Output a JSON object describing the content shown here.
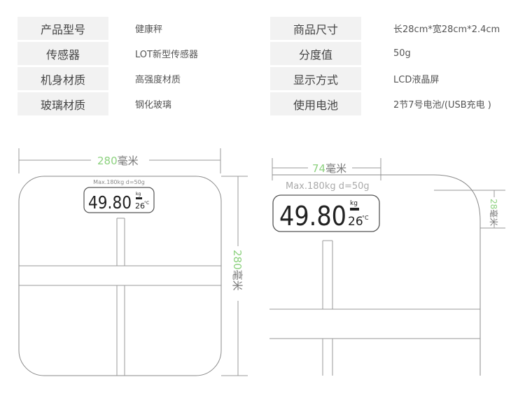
{
  "specs": [
    {
      "label": "产品型号",
      "value": "健康秤"
    },
    {
      "label": "传感器",
      "value": "LOT新型传感器"
    },
    {
      "label": "机身材质",
      "value": "高强度材质"
    },
    {
      "label": "玻璃材质",
      "value": "钢化玻璃"
    },
    {
      "label": "商品尺寸",
      "value": "长28cm*宽28cm*2.4cm"
    },
    {
      "label": "分度值",
      "value": "50g"
    },
    {
      "label": "显示方式",
      "value": "LCD液晶屏"
    },
    {
      "label": "使用电池",
      "value": "2节7号电池/(USB充电 )"
    }
  ],
  "front": {
    "width_num": "280",
    "width_unit": "毫米",
    "height_num": "280",
    "height_unit": "毫米",
    "capacity": "Max.180kg d=50g",
    "reading": "49.80",
    "unit": "kg",
    "temp": "26",
    "temp_unit": "°C"
  },
  "detail": {
    "width_num": "74",
    "width_unit": "毫米",
    "height_num": "28",
    "height_unit": "毫米",
    "capacity": "Max.180kg d=50g",
    "reading": "49.80",
    "unit": "kg",
    "temp": "26",
    "temp_unit": "°C"
  },
  "colors": {
    "accent": "#8cd17e",
    "line": "#9a9a9a",
    "label_bg": "#f2f2f2"
  }
}
